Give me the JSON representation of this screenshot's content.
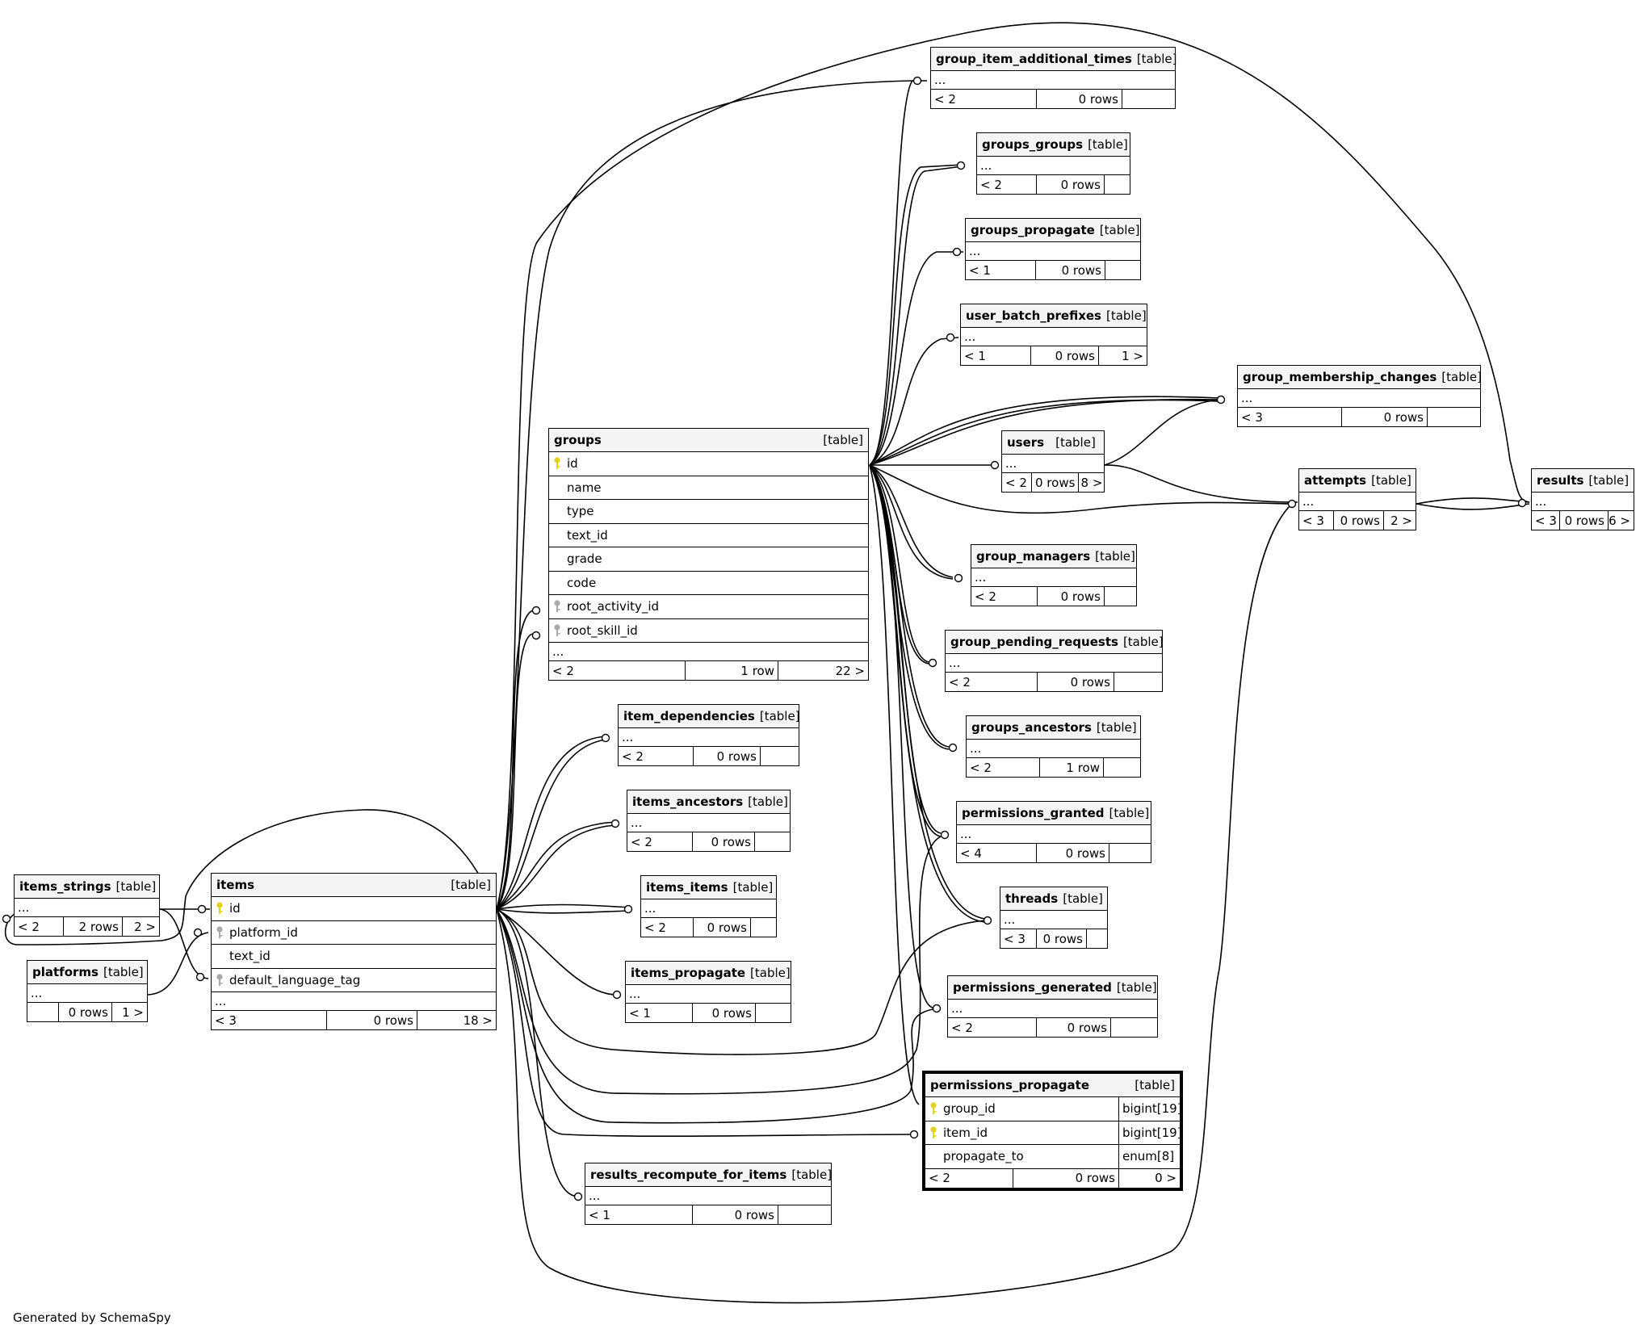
{
  "footer": "Generated by SchemaSpy",
  "kind_label": "[table]",
  "ellipsis": "...",
  "tables": {
    "group_item_additional_times": {
      "name": "group_item_additional_times",
      "parents": "< 2",
      "rows": "0 rows",
      "children": ""
    },
    "groups_groups": {
      "name": "groups_groups",
      "parents": "< 2",
      "rows": "0 rows",
      "children": ""
    },
    "groups_propagate": {
      "name": "groups_propagate",
      "parents": "< 1",
      "rows": "0 rows",
      "children": ""
    },
    "user_batch_prefixes": {
      "name": "user_batch_prefixes",
      "parents": "< 1",
      "rows": "0 rows",
      "children": "1 >"
    },
    "group_membership_changes": {
      "name": "group_membership_changes",
      "parents": "< 3",
      "rows": "0 rows",
      "children": ""
    },
    "users": {
      "name": "users",
      "parents": "< 2",
      "rows": "0 rows",
      "children": "8 >"
    },
    "attempts": {
      "name": "attempts",
      "parents": "< 3",
      "rows": "0 rows",
      "children": "2 >"
    },
    "results": {
      "name": "results",
      "parents": "< 3",
      "rows": "0 rows",
      "children": "6 >"
    },
    "groups": {
      "name": "groups",
      "parents": "< 2",
      "rows": "1 row",
      "children": "22 >",
      "columns": [
        "id",
        "name",
        "type",
        "text_id",
        "grade",
        "code",
        "root_activity_id",
        "root_skill_id"
      ]
    },
    "group_managers": {
      "name": "group_managers",
      "parents": "< 2",
      "rows": "0 rows",
      "children": ""
    },
    "group_pending_requests": {
      "name": "group_pending_requests",
      "parents": "< 2",
      "rows": "0 rows",
      "children": ""
    },
    "groups_ancestors": {
      "name": "groups_ancestors",
      "parents": "< 2",
      "rows": "1 row",
      "children": ""
    },
    "permissions_granted": {
      "name": "permissions_granted",
      "parents": "< 4",
      "rows": "0 rows",
      "children": ""
    },
    "threads": {
      "name": "threads",
      "parents": "< 3",
      "rows": "0 rows",
      "children": ""
    },
    "permissions_generated": {
      "name": "permissions_generated",
      "parents": "< 2",
      "rows": "0 rows",
      "children": ""
    },
    "permissions_propagate": {
      "name": "permissions_propagate",
      "parents": "< 2",
      "rows": "0 rows",
      "children": "0 >",
      "columns": [
        {
          "name": "group_id",
          "type": "bigint[19]"
        },
        {
          "name": "item_id",
          "type": "bigint[19]"
        },
        {
          "name": "propagate_to",
          "type": "enum[8]"
        }
      ]
    },
    "item_dependencies": {
      "name": "item_dependencies",
      "parents": "< 2",
      "rows": "0 rows",
      "children": ""
    },
    "items_ancestors": {
      "name": "items_ancestors",
      "parents": "< 2",
      "rows": "0 rows",
      "children": ""
    },
    "items_items": {
      "name": "items_items",
      "parents": "< 2",
      "rows": "0 rows",
      "children": ""
    },
    "items_propagate": {
      "name": "items_propagate",
      "parents": "< 1",
      "rows": "0 rows",
      "children": ""
    },
    "results_recompute_for_items": {
      "name": "results_recompute_for_items",
      "parents": "< 1",
      "rows": "0 rows",
      "children": ""
    },
    "items_strings": {
      "name": "items_strings",
      "parents": "< 2",
      "rows": "2 rows",
      "children": "2 >"
    },
    "platforms": {
      "name": "platforms",
      "parents": "",
      "rows": "0 rows",
      "children": "1 >"
    },
    "items": {
      "name": "items",
      "parents": "< 3",
      "rows": "0 rows",
      "children": "18 >",
      "columns": [
        "id",
        "platform_id",
        "text_id",
        "default_language_tag"
      ]
    }
  },
  "key_colors": {
    "primary": "#e3d21c",
    "foreign": "#a9a9a9"
  }
}
